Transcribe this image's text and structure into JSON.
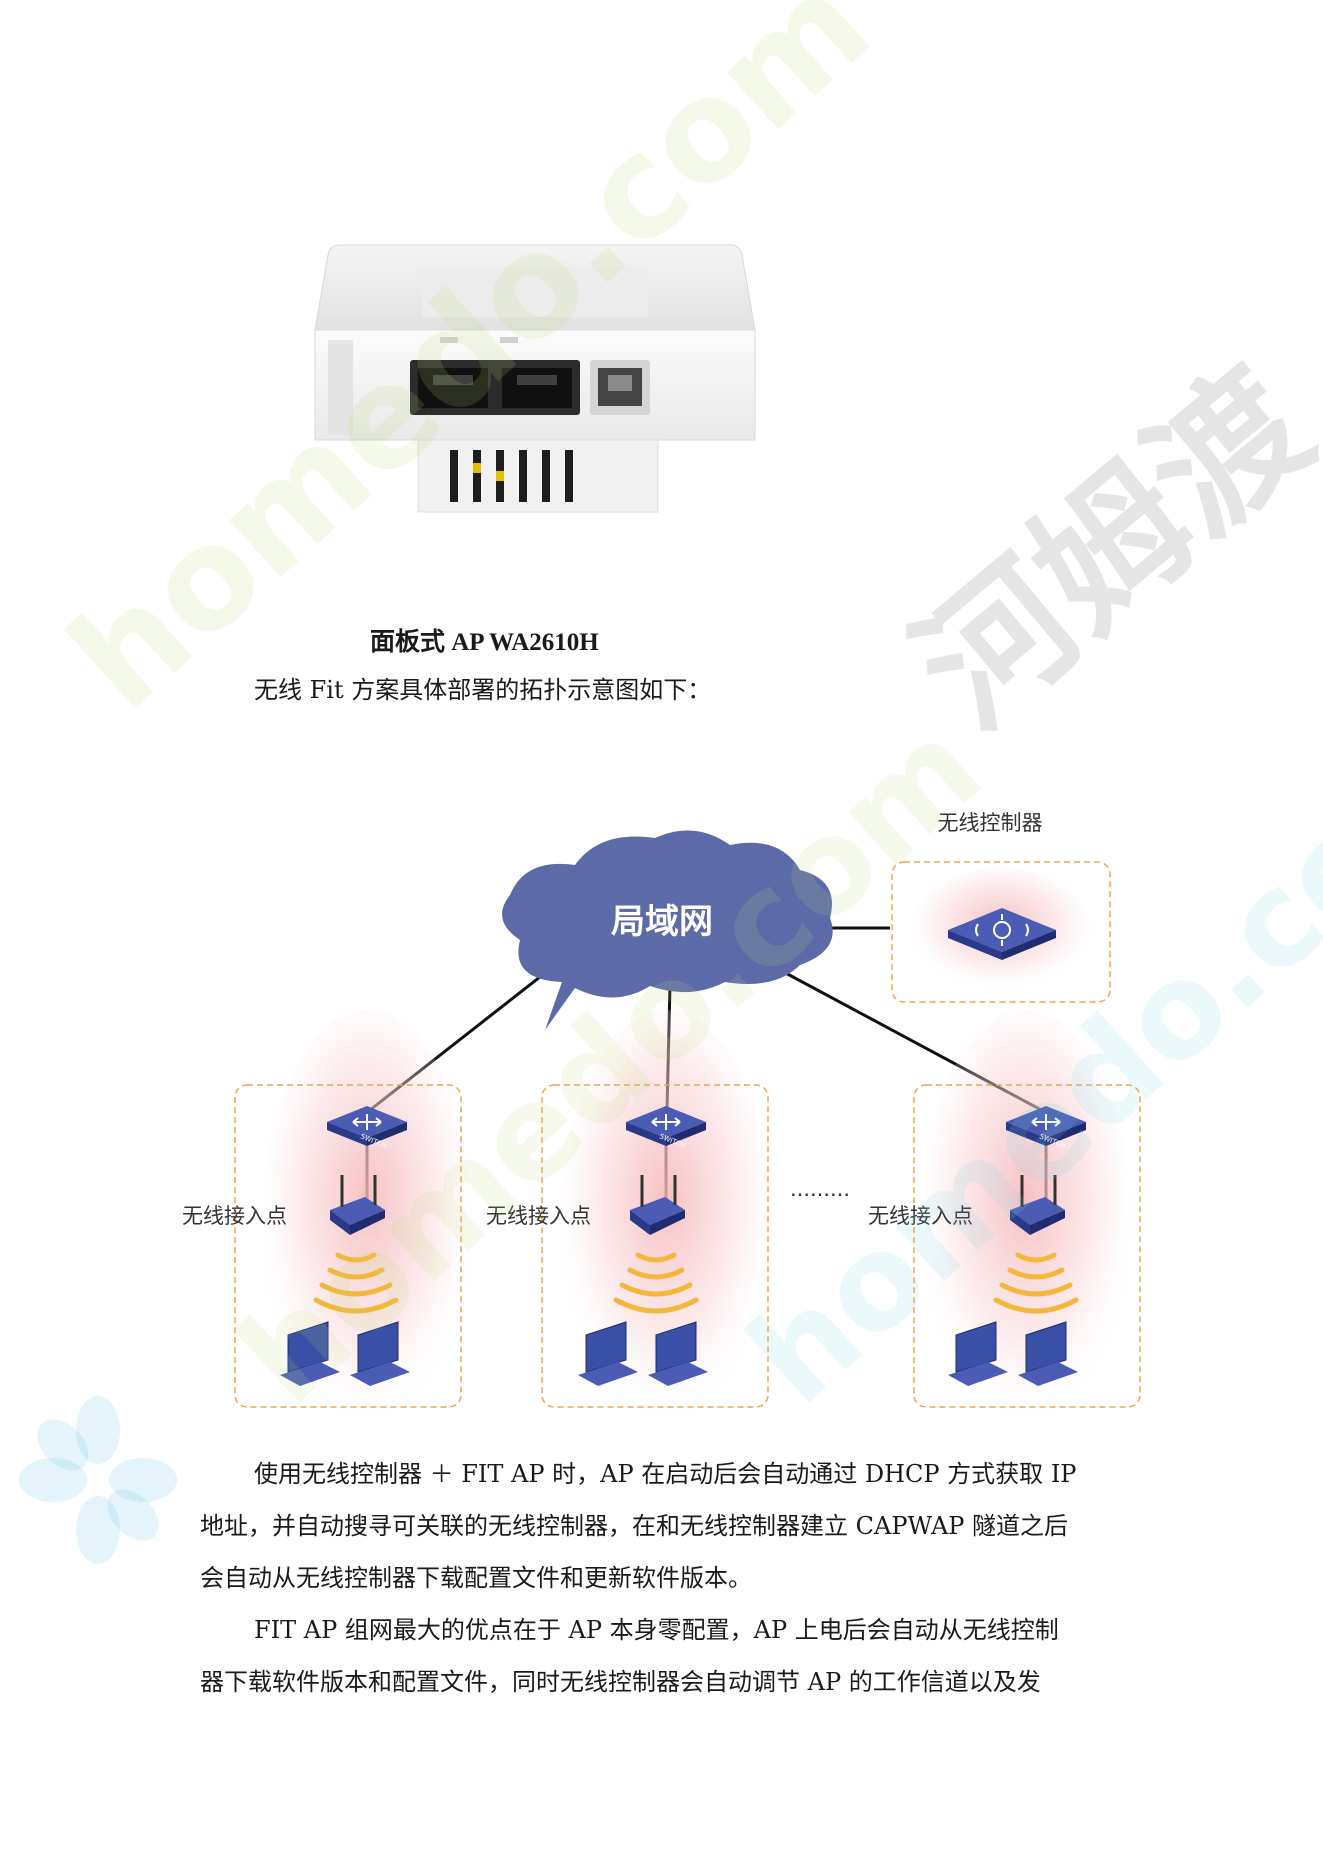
{
  "document": {
    "caption": "面板式 AP WA2610H",
    "intro": "无线 Fit 方案具体部署的拓扑示意图如下：",
    "paragraphs": [
      "使用无线控制器 ＋  FIT AP 时，AP 在启动后会自动通过 DHCP 方式获取 IP",
      "地址，并自动搜寻可关联的无线控制器，在和无线控制器建立 CAPWAP 隧道之后",
      "会自动从无线控制器下载配置文件和更新软件版本。",
      "FIT AP 组网最大的优点在于 AP 本身零配置，AP 上电后会自动从无线控制",
      "器下载软件版本和配置文件，同时无线控制器会自动调节 AP 的工作信道以及发"
    ]
  },
  "diagram": {
    "cloud_label": "局域网",
    "controller_label": "无线控制器",
    "ap_label": "无线接入点",
    "switch_text": "SWITCH",
    "ellipsis": "………"
  },
  "watermarks": {
    "brand_cn": "河姆渡",
    "site": "homedo.com"
  },
  "colors": {
    "cloud": "#5d6aa8",
    "device": "#3a50a6",
    "dashed_box": "#f1a54a",
    "signal": "#f4b73a"
  }
}
